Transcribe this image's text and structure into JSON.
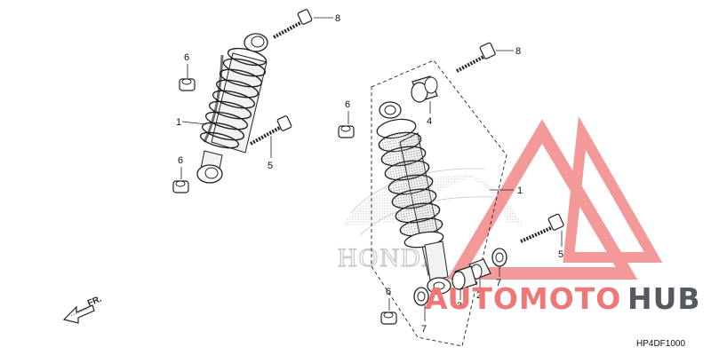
{
  "diagram_code": "HP4DF1000",
  "direction_label": "FR.",
  "background_logo_text": "HONDA",
  "watermark": {
    "part1": "AUTOMOTO",
    "part2": "HUB",
    "accent": "#f07777",
    "dark": "#555a60"
  },
  "callouts": {
    "left_bolt_top": "8",
    "left_nut_top": "6",
    "left_shock": "1",
    "left_nut_bottom": "6",
    "left_bolt_bottom": "5",
    "right_nut_upper": "6",
    "right_bushing_top": "4",
    "right_bolt_top": "8",
    "right_shock": "1",
    "right_bolt_mid": "5",
    "right_collar": "2",
    "right_bushing_bottom": "3",
    "right_ring_right": "7",
    "right_ring_left": "7",
    "right_nut_bottom": "6"
  }
}
